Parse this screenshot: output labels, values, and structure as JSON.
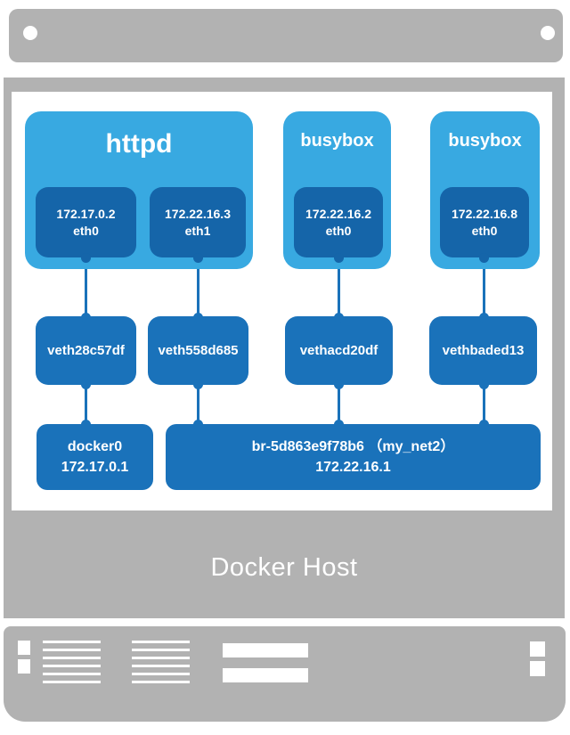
{
  "diagram": {
    "host_label": "Docker Host",
    "containers": [
      {
        "name": "httpd",
        "interfaces": [
          {
            "ip": "172.17.0.2",
            "iface": "eth0"
          },
          {
            "ip": "172.22.16.3",
            "iface": "eth1"
          }
        ]
      },
      {
        "name": "busybox",
        "interfaces": [
          {
            "ip": "172.22.16.2",
            "iface": "eth0"
          }
        ]
      },
      {
        "name": "busybox",
        "interfaces": [
          {
            "ip": "172.22.16.8",
            "iface": "eth0"
          }
        ]
      }
    ],
    "veths": [
      "veth28c57df",
      "veth558d685",
      "vethacd20df",
      "vethbaded13"
    ],
    "bridges": [
      {
        "name": "docker0",
        "ip": "172.17.0.1"
      },
      {
        "name": "br-5d863e9f78b6 （my_net2）",
        "ip": "172.22.16.1"
      }
    ],
    "colors": {
      "frame_gray": "#b2b2b2",
      "container_blue": "#38a9e1",
      "interface_blue": "#1565a9",
      "veth_bridge_blue": "#1a72ba",
      "connector_blue": "#1a72ba",
      "text_white": "#ffffff"
    }
  }
}
